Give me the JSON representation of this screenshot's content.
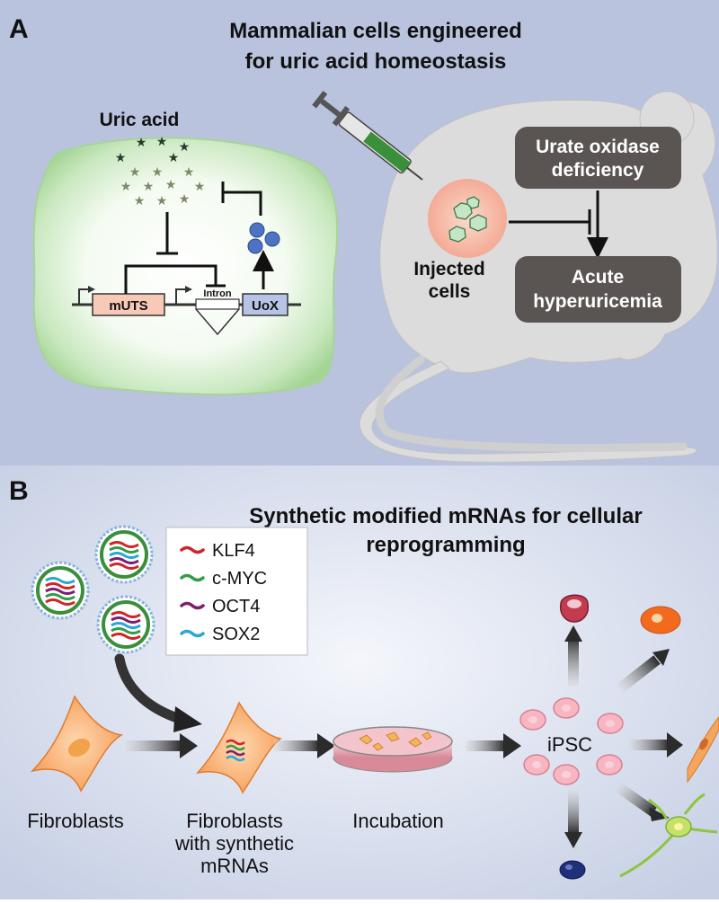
{
  "panel_a": {
    "letter": "A",
    "title_line1": "Mammalian cells engineered",
    "title_line2": "for uric acid homeostasis",
    "uric_acid_label": "Uric acid",
    "gene_mUTS": "mUTS",
    "gene_intron": "Intron",
    "gene_UoX": "UoX",
    "urate_line1": "Urate oxidase",
    "urate_line2": "deficiency",
    "acute_line1": "Acute",
    "acute_line2": "hyperuricemia",
    "injected_line1": "Injected",
    "injected_line2": "cells"
  },
  "panel_b": {
    "letter": "B",
    "title_line1": "Synthetic modified mRNAs for cellular",
    "title_line2": "reprogramming",
    "legend": [
      {
        "label": "KLF4",
        "color": "#d2232a"
      },
      {
        "label": "c-MYC",
        "color": "#2f9e44"
      },
      {
        "label": "OCT4",
        "color": "#7b1f6e"
      },
      {
        "label": "SOX2",
        "color": "#2ba6d6"
      }
    ],
    "label_fibroblasts": "Fibroblasts",
    "label_fib_syn_1": "Fibroblasts",
    "label_fib_syn_2": "with synthetic",
    "label_fib_syn_3": "mRNAs",
    "label_incubation": "Incubation",
    "label_ipsc": "iPSC"
  }
}
